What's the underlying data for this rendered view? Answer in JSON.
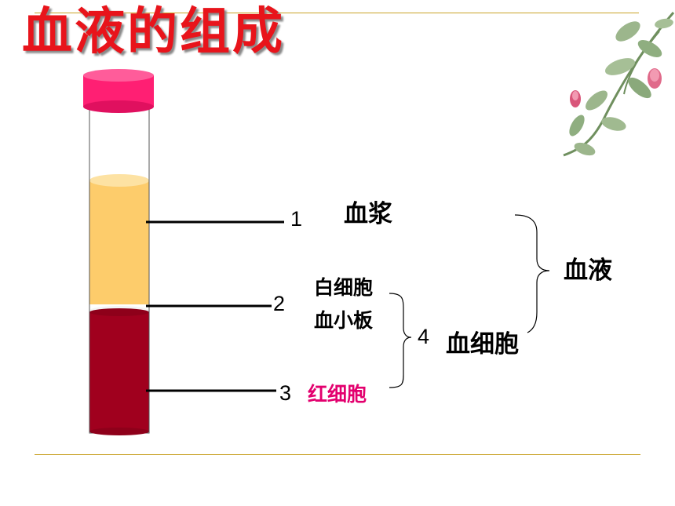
{
  "title": "血液的组成",
  "labels": {
    "n1": "1",
    "n2": "2",
    "n3": "3",
    "n4": "4",
    "plasma": "血浆",
    "wbc": "白细胞",
    "platelet": "血小板",
    "rbc": "红细胞",
    "blood": "血液",
    "blood_cells": "血细胞"
  },
  "colors": {
    "title": "#e8141b",
    "cap": "#ff1f73",
    "plasma": "#fdcc6b",
    "red_cells": "#a0001e",
    "rbc_text": "#e3006e",
    "rule": "#c9a227"
  },
  "icons": {
    "decoration": "flower-branch-icon"
  }
}
